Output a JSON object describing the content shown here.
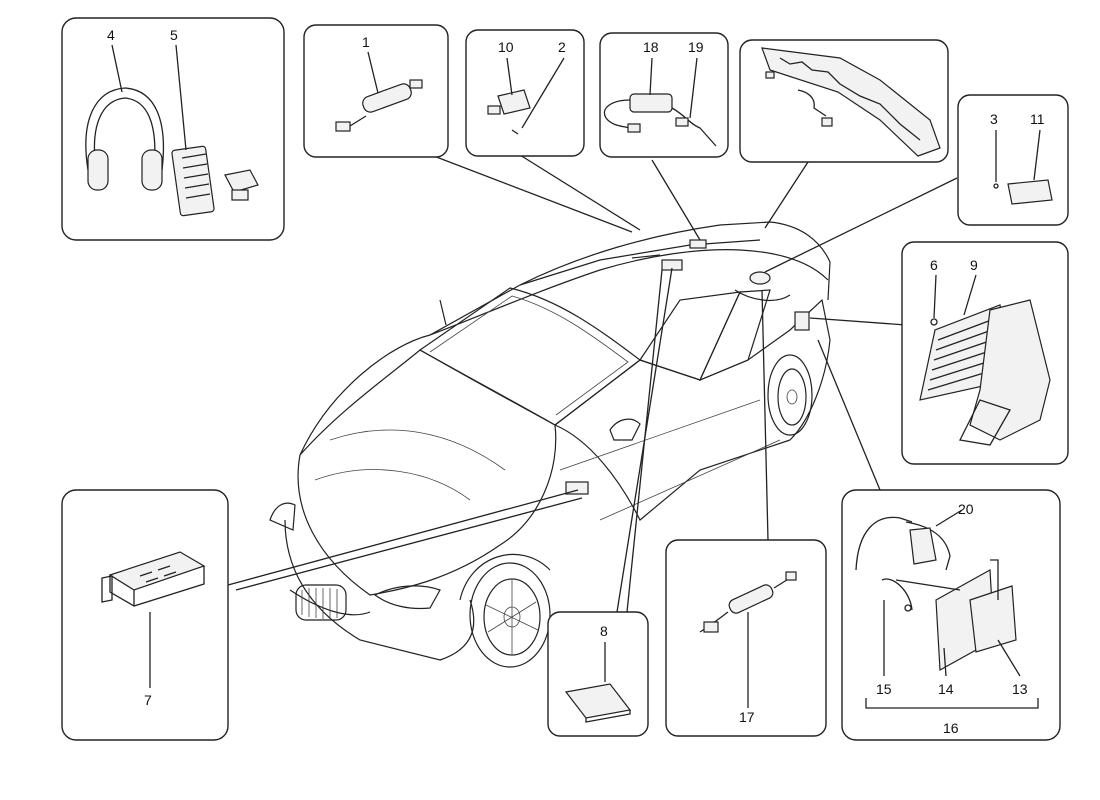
{
  "diagram": {
    "callouts": {
      "n1": "1",
      "n2": "2",
      "n3": "3",
      "n4": "4",
      "n5": "5",
      "n6": "6",
      "n7": "7",
      "n8": "8",
      "n9": "9",
      "n10": "10",
      "n11": "11",
      "n13": "13",
      "n14": "14",
      "n15": "15",
      "n16": "16",
      "n17": "17",
      "n18": "18",
      "n19": "19",
      "n20": "20"
    }
  }
}
